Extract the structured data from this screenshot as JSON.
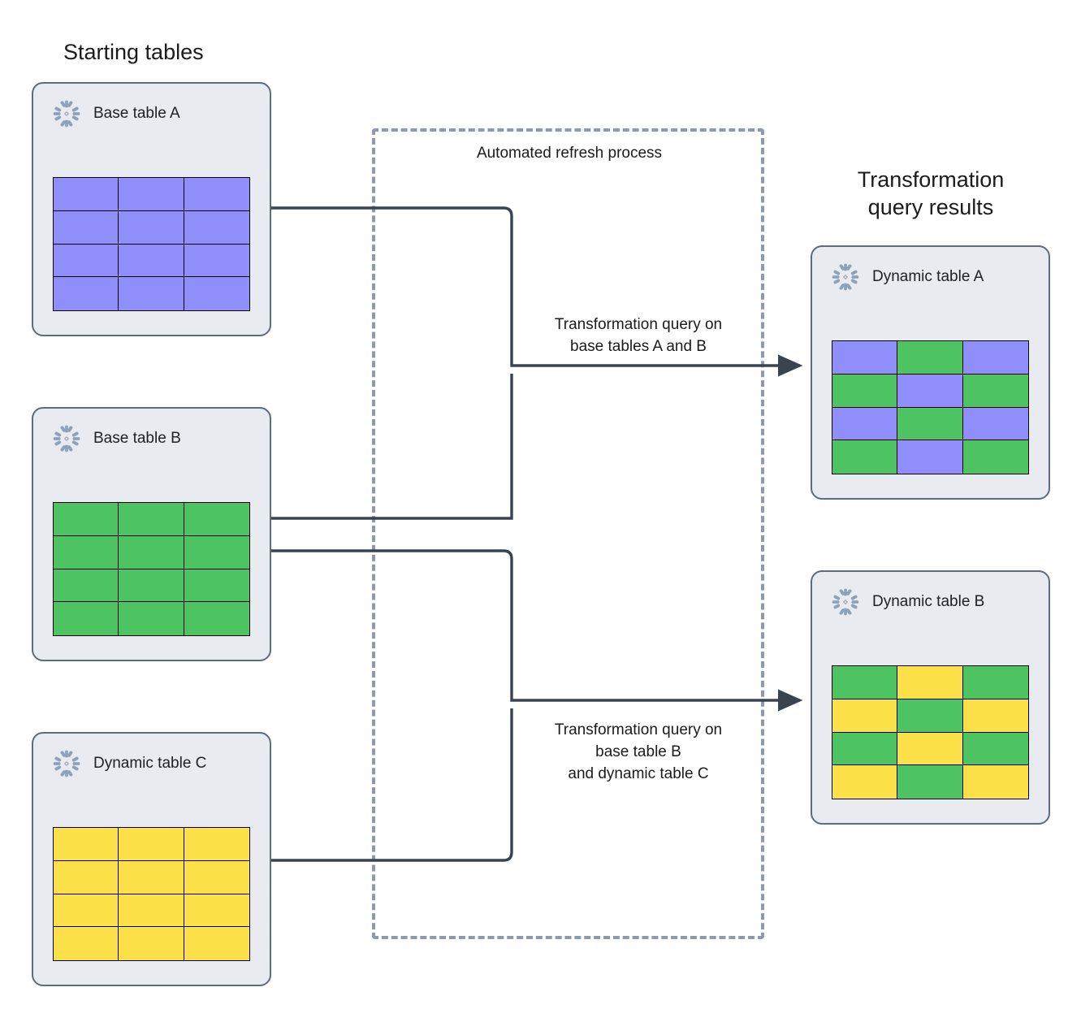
{
  "diagram": {
    "title_left": "Starting tables",
    "title_right": "Transformation\nquery results",
    "process_box_label": "Automated refresh process",
    "colors": {
      "purple": "#8f8efb",
      "green": "#4ec362",
      "yellow": "#fbe047",
      "card_bg": "#e8ecf0",
      "card_border": "#5d6b83",
      "connector": "#3a4450",
      "dashed_border": "#8d99ae",
      "icon": "#8fa0b8"
    }
  },
  "cards": {
    "base_a": {
      "title": "Base table A",
      "icon": "snowflake-icon",
      "grid": {
        "rows": 4,
        "cols": 3,
        "cells": [
          "purple",
          "purple",
          "purple",
          "purple",
          "purple",
          "purple",
          "purple",
          "purple",
          "purple",
          "purple",
          "purple",
          "purple"
        ]
      }
    },
    "base_b": {
      "title": "Base table B",
      "icon": "snowflake-icon",
      "grid": {
        "rows": 4,
        "cols": 3,
        "cells": [
          "green",
          "green",
          "green",
          "green",
          "green",
          "green",
          "green",
          "green",
          "green",
          "green",
          "green",
          "green"
        ]
      }
    },
    "dynamic_c": {
      "title": "Dynamic table C",
      "icon": "snowflake-icon",
      "grid": {
        "rows": 4,
        "cols": 3,
        "cells": [
          "yellow",
          "yellow",
          "yellow",
          "yellow",
          "yellow",
          "yellow",
          "yellow",
          "yellow",
          "yellow",
          "yellow",
          "yellow",
          "yellow"
        ]
      }
    },
    "dynamic_a": {
      "title": "Dynamic table A",
      "icon": "snowflake-icon",
      "grid": {
        "rows": 4,
        "cols": 3,
        "cells": [
          "purple",
          "green",
          "purple",
          "green",
          "purple",
          "green",
          "purple",
          "green",
          "purple",
          "green",
          "purple",
          "green"
        ]
      }
    },
    "dynamic_b": {
      "title": "Dynamic table B",
      "icon": "snowflake-icon",
      "grid": {
        "rows": 4,
        "cols": 3,
        "cells": [
          "green",
          "yellow",
          "green",
          "yellow",
          "green",
          "yellow",
          "green",
          "yellow",
          "green",
          "yellow",
          "green",
          "yellow"
        ]
      }
    }
  },
  "arrows": {
    "query_ab": "Transformation query on\nbase tables A and B",
    "query_bc": "Transformation query on\nbase table B\nand dynamic table C"
  }
}
